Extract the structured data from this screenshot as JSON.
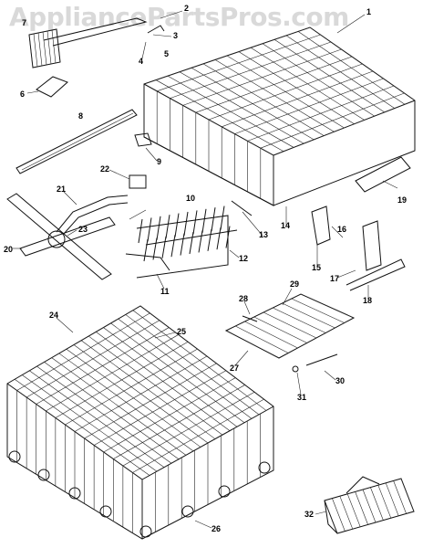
{
  "watermark": "AppliancePartsPros.com",
  "callouts": [
    "1",
    "2",
    "3",
    "4",
    "5",
    "6",
    "7",
    "8",
    "9",
    "10",
    "11",
    "12",
    "13",
    "14",
    "15",
    "16",
    "17",
    "18",
    "19",
    "20",
    "21",
    "22",
    "23",
    "24",
    "25",
    "26",
    "27",
    "28",
    "29",
    "30",
    "31",
    "32"
  ]
}
